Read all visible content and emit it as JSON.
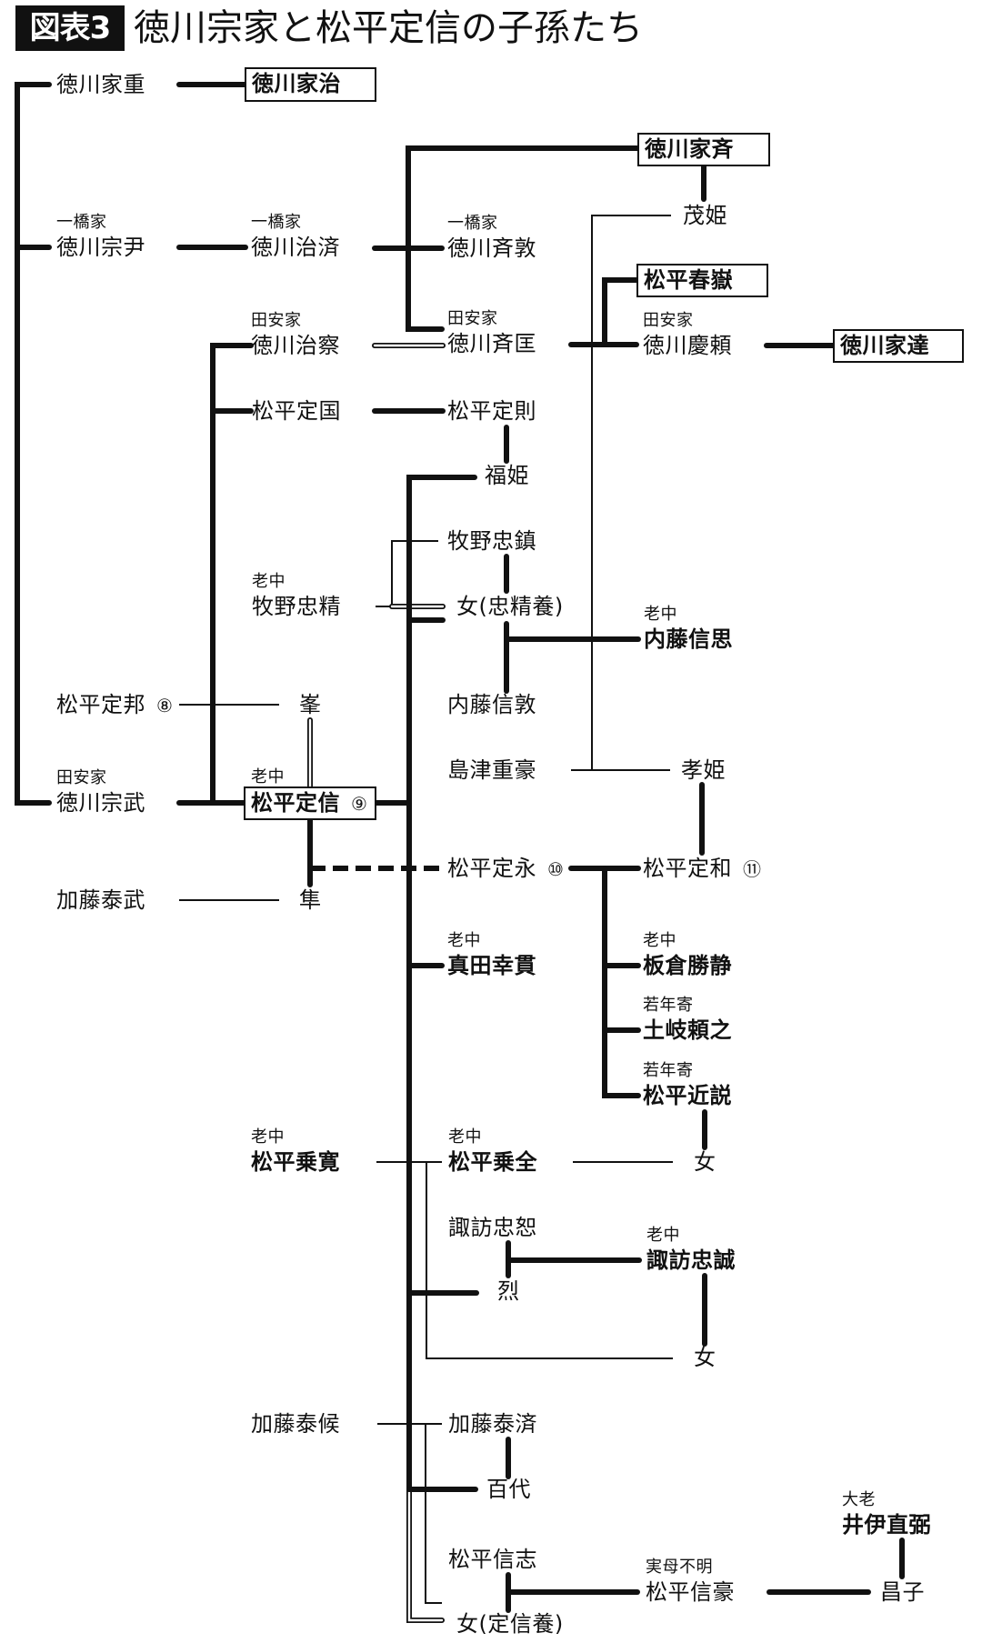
{
  "figure": {
    "tag": "図表3",
    "title": "徳川宗家と松平定信の子孫たち"
  },
  "people": {
    "ieshige": {
      "name": "徳川家重"
    },
    "ieharu": {
      "name": "徳川家治"
    },
    "ienari": {
      "name": "徳川家斉"
    },
    "shigehime": {
      "name": "茂姫"
    },
    "munetada": {
      "role": "一橋家",
      "name": "徳川宗尹"
    },
    "harusada": {
      "role": "一橋家",
      "name": "徳川治済"
    },
    "nariatsu": {
      "role": "一橋家",
      "name": "徳川斉敦"
    },
    "shungaku": {
      "name": "松平春嶽"
    },
    "haruaki": {
      "role": "田安家",
      "name": "徳川治察"
    },
    "narimasa": {
      "role": "田安家",
      "name": "徳川斉匡"
    },
    "yoshiyori": {
      "role": "田安家",
      "name": "徳川慶頼"
    },
    "iesato": {
      "name": "徳川家達"
    },
    "sadakuni_kuni": {
      "name": "松平定国"
    },
    "sadanori": {
      "name": "松平定則"
    },
    "fukuhime": {
      "name": "福姫"
    },
    "makino_tadashige": {
      "name": "牧野忠鎮"
    },
    "makino_tadakiyo": {
      "role": "老中",
      "name": "牧野忠精"
    },
    "onna_tadakiyo_yo": {
      "name": "女(忠精養)"
    },
    "naito_nobuchika": {
      "role": "老中",
      "name": "内藤信思"
    },
    "sadakuni_hou": {
      "name": "松平定邦",
      "number": "⑧"
    },
    "mine": {
      "name": "峯"
    },
    "naito_nobuatsu": {
      "name": "内藤信敦"
    },
    "shimazu_shigehide": {
      "name": "島津重豪"
    },
    "takahime": {
      "name": "孝姫"
    },
    "munetake": {
      "role": "田安家",
      "name": "徳川宗武"
    },
    "sadanobu": {
      "role": "老中",
      "name": "松平定信",
      "number": "⑨"
    },
    "sadanaga": {
      "name": "松平定永",
      "number": "⑩"
    },
    "sadakazu": {
      "name": "松平定和",
      "number": "⑪"
    },
    "kato_yasutake": {
      "name": "加藤泰武"
    },
    "hayabusa": {
      "name": "隼"
    },
    "sanada_yukitsura": {
      "role": "老中",
      "name": "真田幸貫"
    },
    "itakura_katsukiyo": {
      "role": "老中",
      "name": "板倉勝静"
    },
    "toki_yoriyuki": {
      "role": "若年寄",
      "name": "土岐頼之"
    },
    "matsudaira_chikatoshi": {
      "role": "若年寄",
      "name": "松平近説"
    },
    "matsudaira_norihiro": {
      "role": "老中",
      "name": "松平乗寛"
    },
    "matsudaira_noriyasu": {
      "role": "老中",
      "name": "松平乗全"
    },
    "onna_noriyasu": {
      "name": "女"
    },
    "suwa_tadamichi": {
      "name": "諏訪忠恕"
    },
    "suwa_tadamasa": {
      "role": "老中",
      "name": "諏訪忠誠"
    },
    "retsu": {
      "name": "烈"
    },
    "onna_suwa": {
      "name": "女"
    },
    "kato_yasutoki": {
      "name": "加藤泰候"
    },
    "kato_yasutada": {
      "name": "加藤泰済"
    },
    "momoyo": {
      "name": "百代"
    },
    "ii_naosuke": {
      "role": "大老",
      "name": "井伊直弼"
    },
    "matsudaira_nobuyuki": {
      "name": "松平信志"
    },
    "matsudaira_nobutake": {
      "role": "実母不明",
      "name": "松平信豪"
    },
    "masako": {
      "name": "昌子"
    },
    "onna_sadanobu_yo": {
      "name": "女(定信養)"
    }
  }
}
